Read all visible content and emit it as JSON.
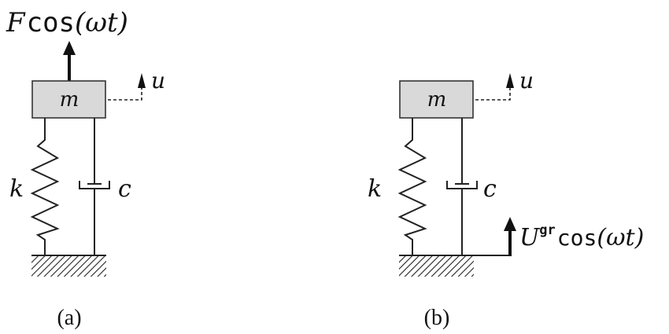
{
  "panel_a": {
    "force_coef": "F",
    "force_func": "cos",
    "force_arg": "(ωt)",
    "mass": "m",
    "displacement": "u",
    "stiffness": "k",
    "damping": "c",
    "caption": "(a)"
  },
  "panel_b": {
    "mass": "m",
    "displacement": "u",
    "stiffness": "k",
    "damping": "c",
    "ground_coef": "U",
    "ground_sup": "gr",
    "ground_func": "cos",
    "ground_arg": "(ωt)",
    "caption": "(b)"
  }
}
